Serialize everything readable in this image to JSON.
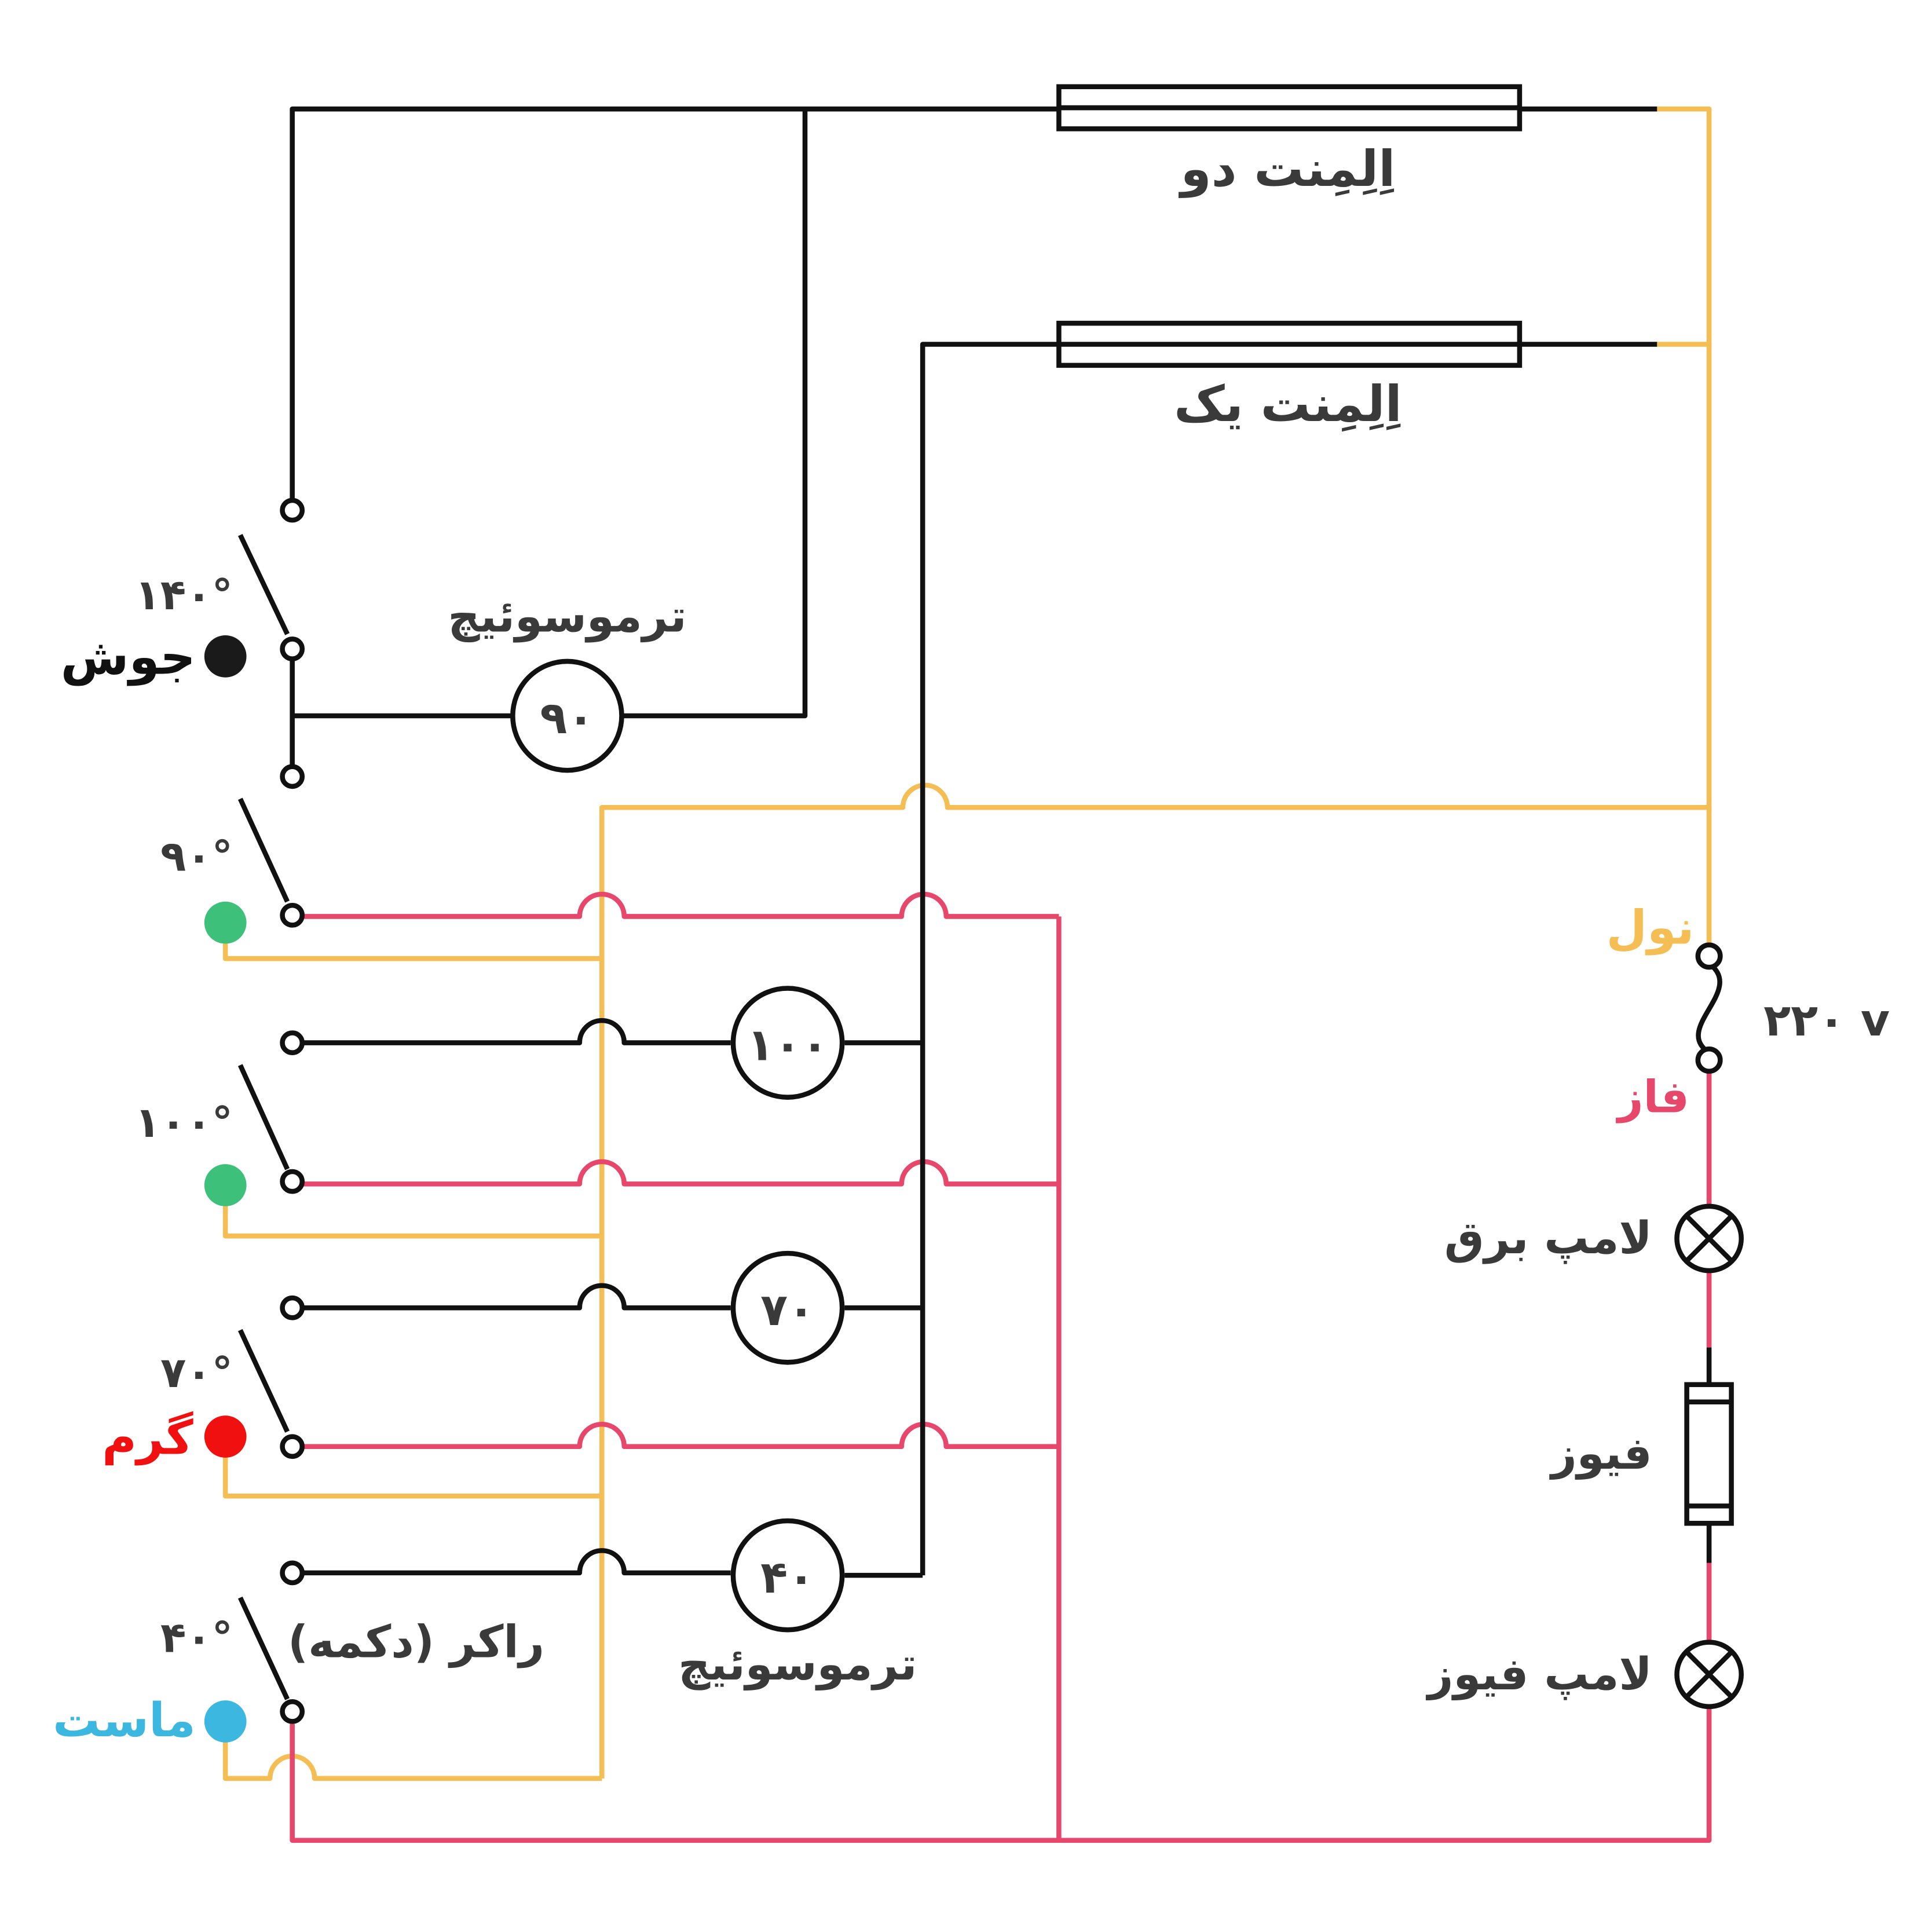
{
  "colors": {
    "black": "#111111",
    "neutral": "#F5BE55",
    "phase": "#E8476C",
    "label": "#3a3a3a",
    "dot_boil": "#1a1a1a",
    "dot_green": "#3DC17A",
    "dot_warm": "#F01010",
    "dot_yogurt": "#3CB7E0",
    "warm_text": "#F01010",
    "yogurt_text": "#3CB7E0"
  },
  "labels": {
    "element_two": "اِلِمِنت دو",
    "element_one": "اِلِمِنت یک",
    "thermoswitch_top": "ترموسوئیچ",
    "thermoswitch_bottom": "ترموسوئیچ",
    "rocker": "(دکمه) راکر",
    "neutral": "نول",
    "phase": "فاز",
    "voltage": "۲۲۰ v",
    "lamp_power": "لامپ برق",
    "fuse": "فیوز",
    "lamp_fuse": "لامپ فیوز"
  },
  "switch_positions": [
    {
      "temp": "۱۴۰°",
      "mode": "جوش",
      "dot": "boil"
    },
    {
      "temp": "۹۰°",
      "mode": "",
      "dot": "green"
    },
    {
      "temp": "۱۰۰°",
      "mode": "",
      "dot": "green"
    },
    {
      "temp": "۷۰°",
      "mode": "گرم",
      "dot": "warm"
    },
    {
      "temp": "۴۰°",
      "mode": "ماست",
      "dot": "yogurt"
    }
  ],
  "thermostats": [
    "۹۰",
    "۱۰۰",
    "۷۰",
    "۴۰"
  ]
}
